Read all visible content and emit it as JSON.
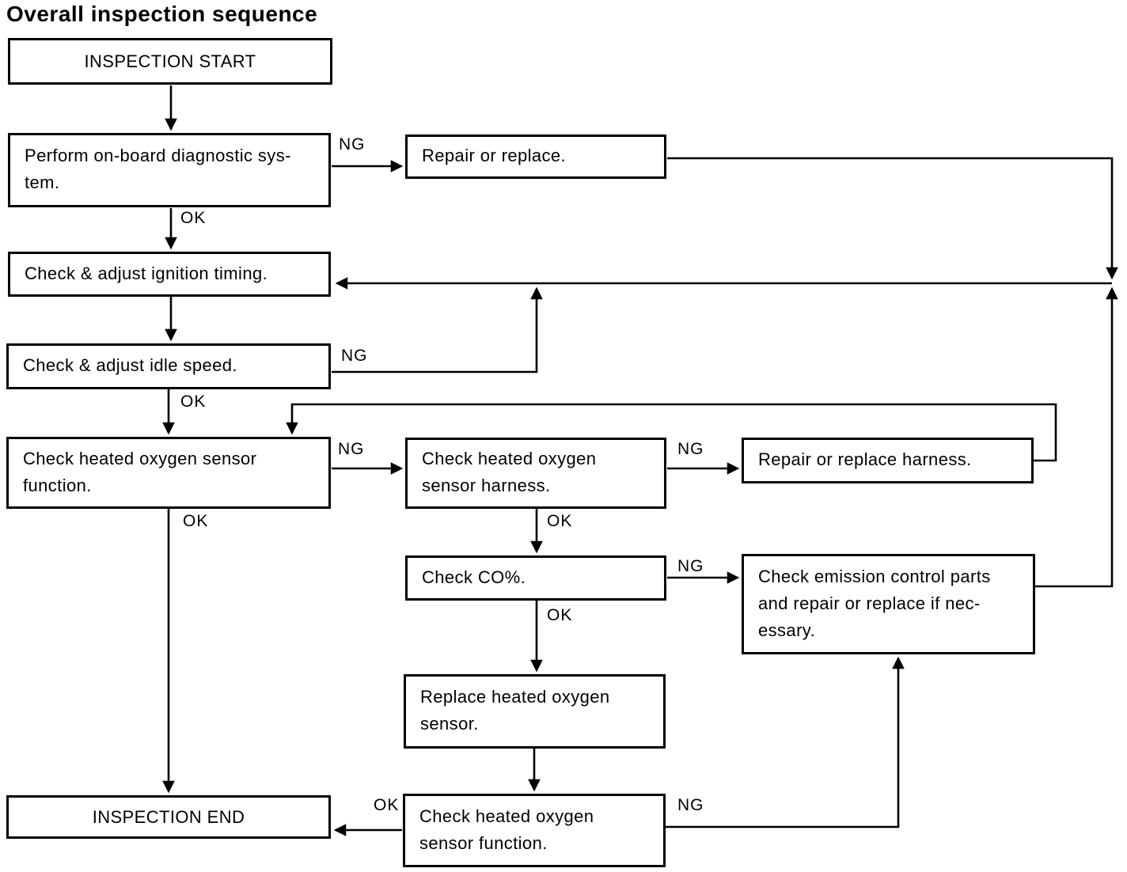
{
  "title": "Overall inspection sequence",
  "nodes": {
    "start": {
      "label": "INSPECTION START"
    },
    "diagnostic": {
      "label": "Perform on-board diagnostic sys-\ntem."
    },
    "repair_replace": {
      "label": "Repair or replace."
    },
    "ignition_timing": {
      "label": "Check & adjust ignition timing."
    },
    "idle_speed": {
      "label": "Check & adjust idle speed."
    },
    "o2_function_1": {
      "label": "Check heated oxygen sensor\nfunction."
    },
    "o2_harness": {
      "label": "Check heated oxygen\nsensor harness."
    },
    "repair_harness": {
      "label": "Repair or replace harness."
    },
    "check_co": {
      "label": "Check CO%."
    },
    "emission_parts": {
      "label": "Check emission control parts\nand repair or replace if nec-\nessary."
    },
    "replace_sensor": {
      "label": "Replace heated oxygen\nsensor."
    },
    "o2_function_2": {
      "label": "Check heated oxygen\nsensor function."
    },
    "end": {
      "label": "INSPECTION END"
    }
  },
  "edges": [
    {
      "from": "start",
      "to": "diagnostic",
      "label": ""
    },
    {
      "from": "diagnostic",
      "to": "repair_replace",
      "label": "NG"
    },
    {
      "from": "diagnostic",
      "to": "ignition_timing",
      "label": "OK"
    },
    {
      "from": "repair_replace",
      "to": "ignition_timing",
      "label": ""
    },
    {
      "from": "ignition_timing",
      "to": "idle_speed",
      "label": ""
    },
    {
      "from": "idle_speed",
      "to": "ignition_timing",
      "label": "NG"
    },
    {
      "from": "idle_speed",
      "to": "o2_function_1",
      "label": "OK"
    },
    {
      "from": "o2_function_1",
      "to": "o2_harness",
      "label": "NG"
    },
    {
      "from": "o2_function_1",
      "to": "end",
      "label": "OK"
    },
    {
      "from": "o2_harness",
      "to": "repair_harness",
      "label": "NG"
    },
    {
      "from": "o2_harness",
      "to": "check_co",
      "label": "OK"
    },
    {
      "from": "repair_harness",
      "to": "o2_function_1",
      "label": ""
    },
    {
      "from": "check_co",
      "to": "emission_parts",
      "label": "NG"
    },
    {
      "from": "check_co",
      "to": "replace_sensor",
      "label": "OK"
    },
    {
      "from": "emission_parts",
      "to": "ignition_timing",
      "label": ""
    },
    {
      "from": "replace_sensor",
      "to": "o2_function_2",
      "label": ""
    },
    {
      "from": "o2_function_2",
      "to": "end",
      "label": "OK"
    },
    {
      "from": "o2_function_2",
      "to": "emission_parts",
      "label": "NG"
    }
  ],
  "line_color": "#000000",
  "background_color": "#ffffff"
}
